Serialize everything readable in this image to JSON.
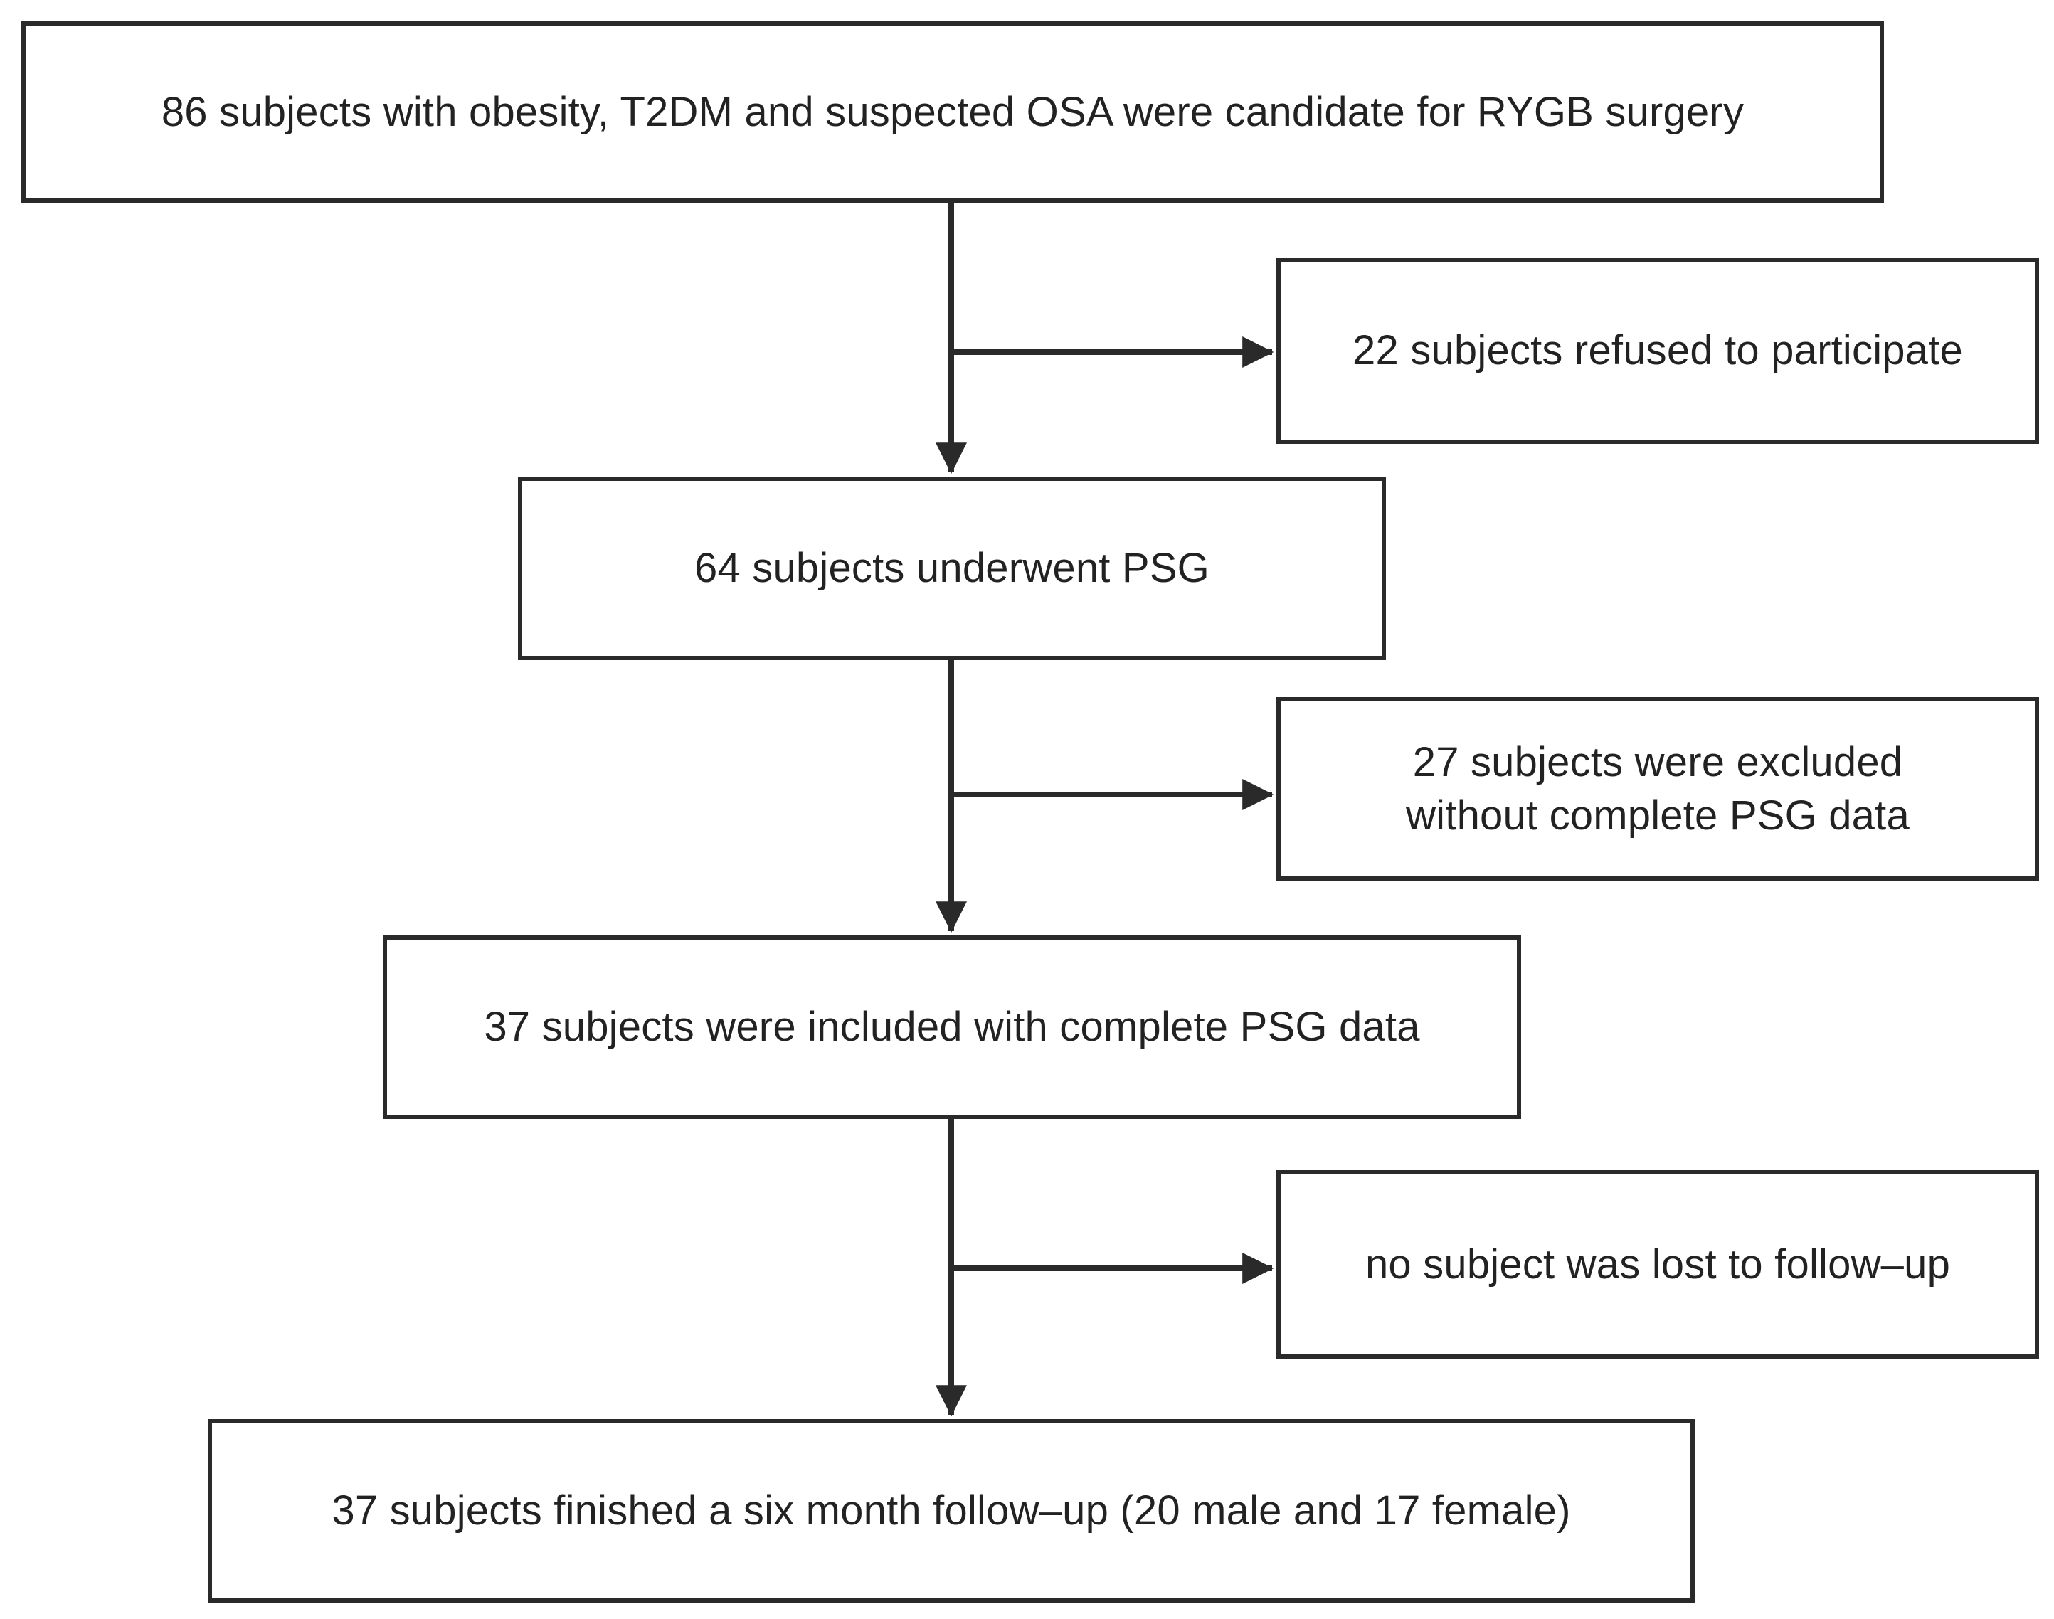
{
  "nodes": {
    "start": "86 subjects with obesity, T2DM and suspected OSA were candidate for RYGB surgery",
    "refused": "22 subjects refused to participate",
    "psg": "64 subjects underwent PSG",
    "excluded_line1": "27 subjects were excluded",
    "excluded_line2": "without complete PSG data",
    "included": "37 subjects were included with complete PSG data",
    "lost": "no subject was lost to follow–up",
    "final": "37 subjects finished a six month follow–up (20 male and 17 female)"
  },
  "colors": {
    "stroke": "#2a2a2a",
    "background": "#ffffff",
    "text": "#222222"
  }
}
